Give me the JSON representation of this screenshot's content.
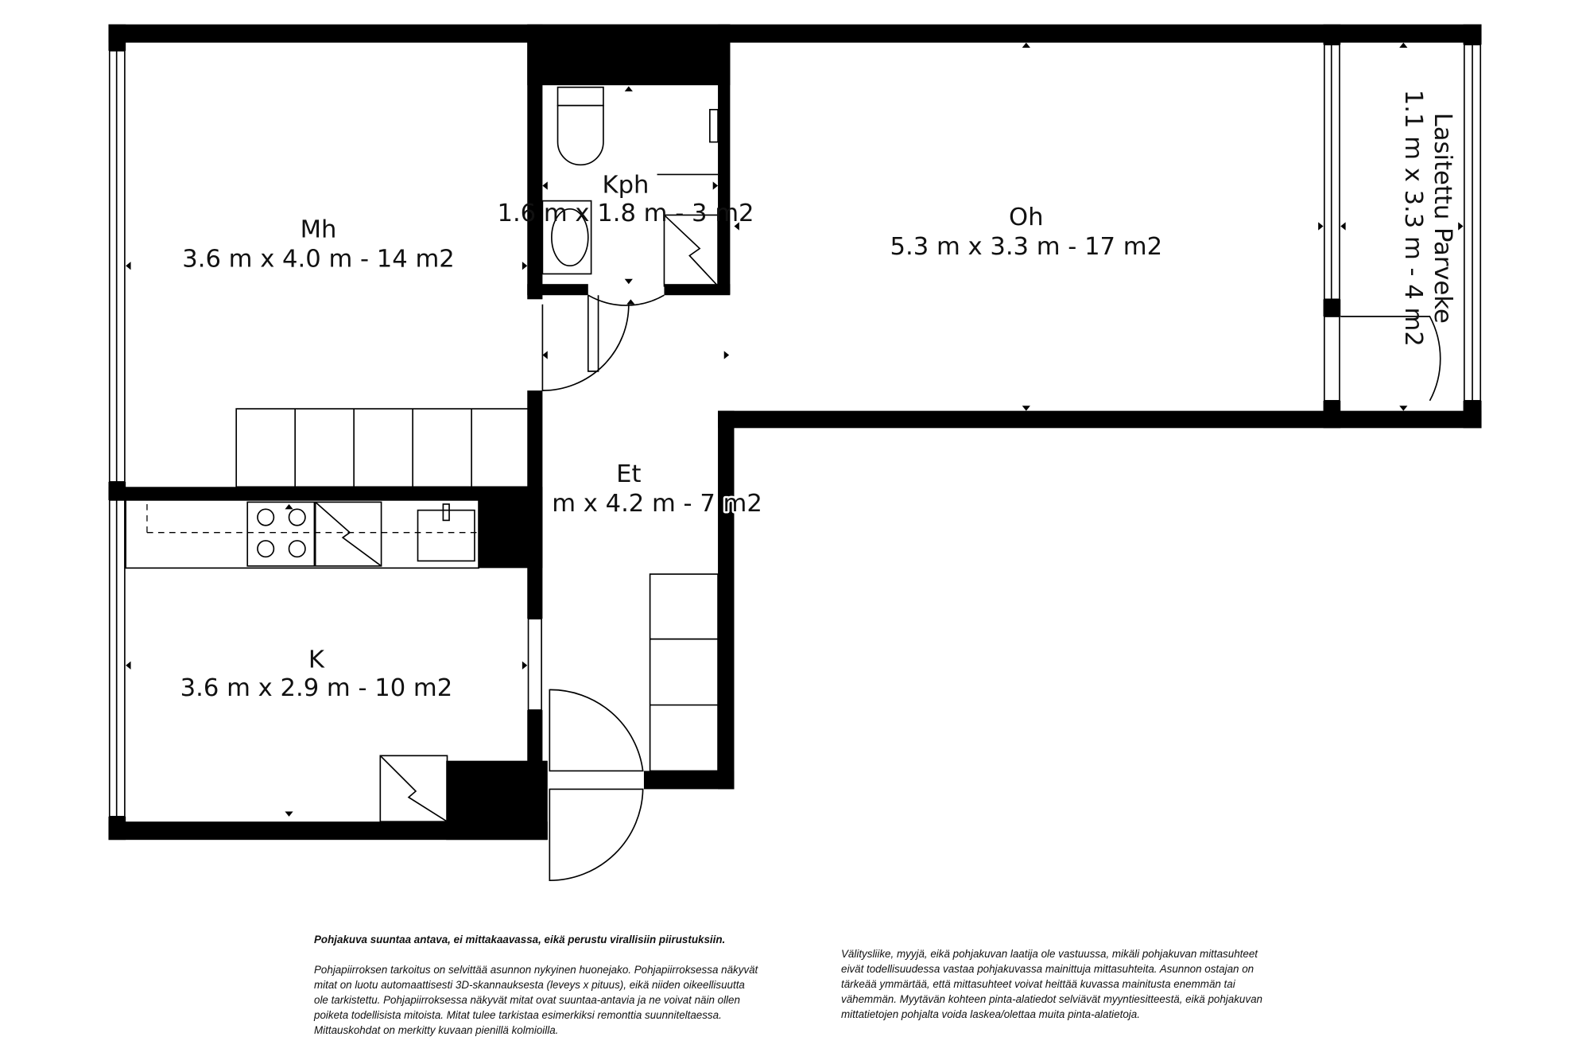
{
  "rooms": {
    "mh": {
      "name": "Mh",
      "size": "3.6 m x 4.0 m - 14 m2"
    },
    "kph": {
      "name": "Kph",
      "size": "1.6 m x 1.8 m - 3 m2"
    },
    "oh": {
      "name": "Oh",
      "size": "5.3 m x 3.3 m - 17 m2"
    },
    "parveke": {
      "name": "Lasitettu Parveke",
      "size": "1.1 m x 3.3 m - 4 m2"
    },
    "et": {
      "name": "Et",
      "size": "m x 4.2 m - 7 m2"
    },
    "k": {
      "name": "K",
      "size": "3.6 m x 2.9 m - 10 m2"
    }
  },
  "footer": {
    "left_title": "Pohjakuva suuntaa antava, ei mittakaavassa, eikä perustu virallisiin piirustuksiin.",
    "left_body": "Pohjapiirroksen tarkoitus on selvittää asunnon nykyinen huonejako. Pohjapiirroksessa näkyvät mitat on luotu automaattisesti 3D-skannauksesta (leveys x pituus), eikä niiden oikeellisuutta ole tarkistettu. Pohjapiirroksessa näkyvät mitat ovat suuntaa-antavia ja ne voivat näin ollen poiketa todellisista mitoista. Mitat tulee tarkistaa esimerkiksi remonttia suunniteltaessa. Mittauskohdat on merkitty kuvaan pienillä kolmioilla.",
    "right_body": "Välitysliike, myyjä, eikä pohjakuvan laatija ole vastuussa, mikäli pohjakuvan mittasuhteet eivät todellisuudessa vastaa pohjakuvassa mainittuja mittasuhteita. Asunnon ostajan on tärkeää ymmärtää, että mittasuhteet voivat heittää kuvassa mainitusta enemmän tai vähemmän. Myytävän kohteen pinta-alatiedot selviävät myyntiesitteestä, eikä pohjakuvan mittatietojen pohjalta voida laskea/olettaa muita pinta-alatietoja."
  }
}
